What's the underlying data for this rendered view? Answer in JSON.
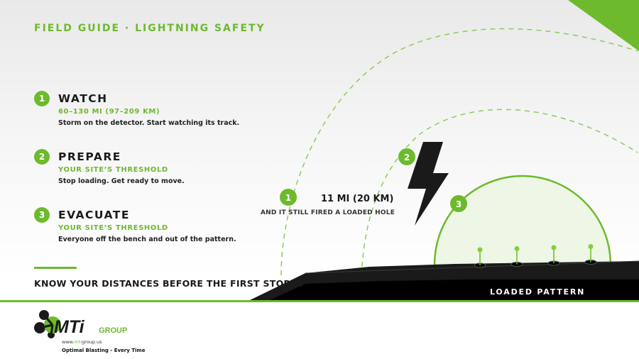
{
  "header": {
    "eyebrow": "FIELD GUIDE · LIGHTNING SAFETY"
  },
  "steps": [
    {
      "number": "1",
      "title": "WATCH",
      "subtitle": "60–130 MI (97–209 KM)",
      "description": "Storm on the detector. Start watching its track."
    },
    {
      "number": "2",
      "title": "PREPARE",
      "subtitle": "YOUR SITE’S THRESHOLD",
      "description": "Stop loading. Get ready to move."
    },
    {
      "number": "3",
      "title": "EVACUATE",
      "subtitle": "YOUR SITE’S THRESHOLD",
      "description": "Everyone off the bench and out of the pattern."
    }
  ],
  "tagline": "KNOW YOUR DISTANCES BEFORE THE FIRST STORM.",
  "diagram": {
    "markers": [
      "1",
      "2",
      "3"
    ],
    "distance_label": "11 MI (20 KM)",
    "distance_caption": "AND IT STILL FIRED A LOADED HOLE",
    "pattern_label": "LOADED PATTERN",
    "bolt_icon": "lightning-bolt-icon",
    "charge_count": 4
  },
  "logo": {
    "brand": "MTi",
    "group": "GROUP",
    "url_prefix": "www.",
    "url_highlight": "mti",
    "url_suffix": "group.us",
    "tagline": "Optimal Blasting - Every Time"
  },
  "colors": {
    "accent": "#6dba2c",
    "dark": "#1a1a1a",
    "zone_fill": "#eef6e6"
  }
}
